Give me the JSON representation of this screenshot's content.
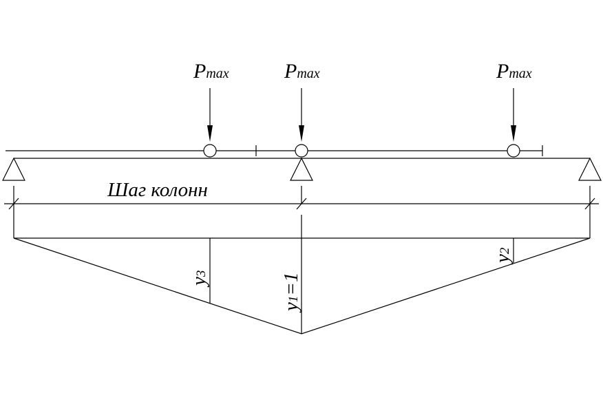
{
  "loads": [
    {
      "symbol": "P",
      "subscript": "max"
    },
    {
      "symbol": "P",
      "subscript": "max"
    },
    {
      "symbol": "P",
      "subscript": "max"
    }
  ],
  "span_label": "Шаг колонн",
  "ordinates": {
    "y1": {
      "symbol": "y",
      "subscript": "1",
      "suffix": "=1"
    },
    "y2": {
      "symbol": "y",
      "subscript": "2"
    },
    "y3": {
      "symbol": "y",
      "subscript": "3"
    }
  }
}
